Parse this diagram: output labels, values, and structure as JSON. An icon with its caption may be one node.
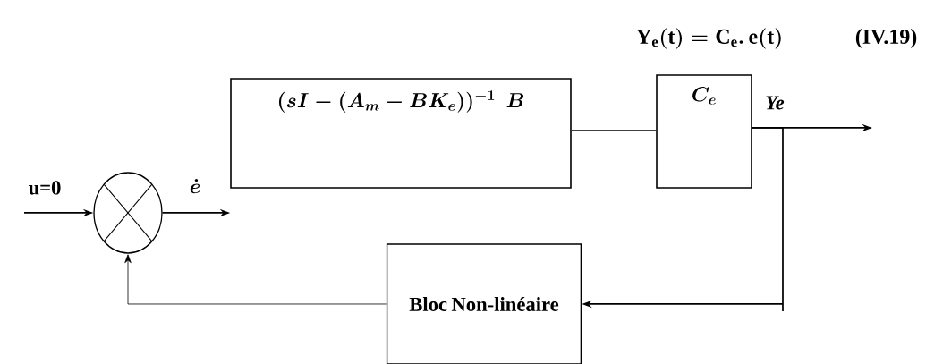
{
  "diagram": {
    "nodes": [
      {
        "text": [],
        "shape": "circle"
      },
      {
        "text": [
          "( sI-(A_m-BK_e))^{-1}\\ \\ B"
        ]
      },
      {
        "text": [
          "C_e"
        ]
      },
      {
        "text": [
          "Bloc Non-linéaire"
        ]
      }
    ],
    "edges": [
      {
        "from": null,
        "to": 0,
        "arrow": "to",
        "label": "u=0"
      },
      {
        "from": 0,
        "to": 1,
        "arrow": "to",
        "label": "\\dot{e}"
      },
      {
        "from": 1,
        "to": 2,
        "arrow": "none"
      },
      {
        "from": 2,
        "to": null,
        "arrow": "to",
        "label": "Ye"
      },
      {
        "from": 2,
        "to": 3,
        "arrow": "to"
      },
      {
        "from": 3,
        "to": 0,
        "arrow": "to"
      }
    ],
    "labels": [
      "\\mathrm{Y_e(t) = C_e.\\,e(t)}",
      "(IV.19)"
    ]
  }
}
